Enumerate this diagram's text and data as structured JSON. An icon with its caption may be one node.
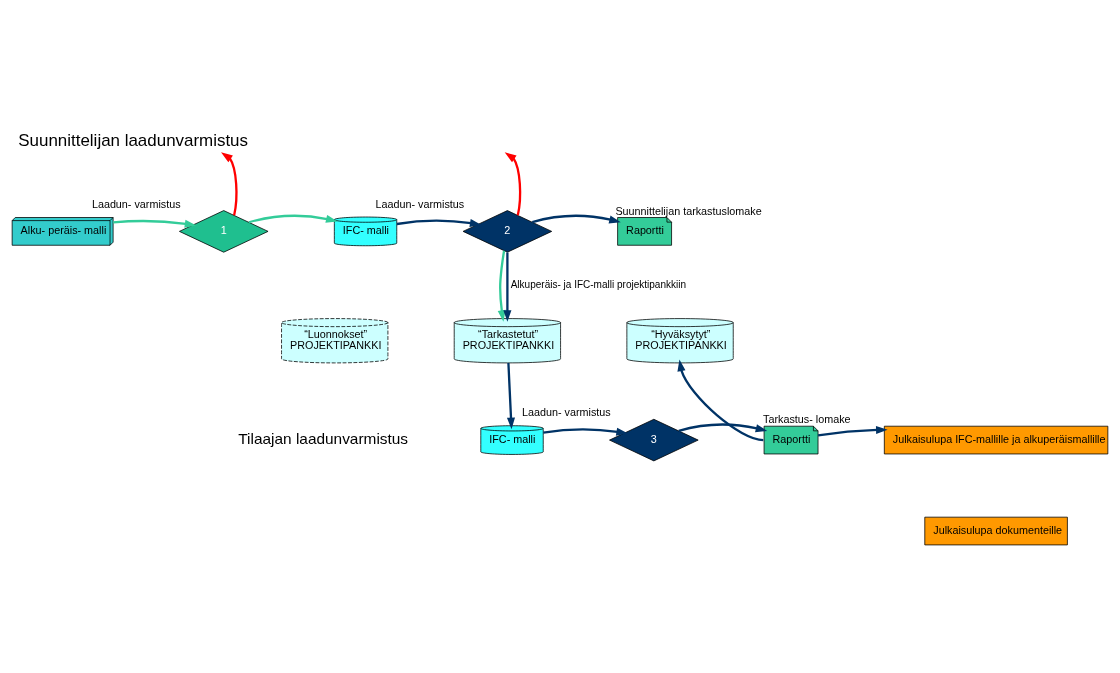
{
  "diagram": {
    "title": "Suunnittelijan laadunvarmistus",
    "nodes": [
      {
        "text": [
          "Alku- peräis- malli"
        ]
      },
      {
        "text": [
          "1"
        ],
        "beside": [
          "Laadun- varmistus"
        ]
      },
      {
        "text": [
          "IFC- malli"
        ]
      },
      {
        "text": [
          "2"
        ],
        "beside": [
          "Laadun- varmistus"
        ]
      },
      {
        "text": [
          "Raportti"
        ],
        "beside": [
          "Suunnittelijan tarkastuslomake"
        ]
      },
      {
        "text": [
          "“Luonnokset”",
          "PROJEKTIPANKKI"
        ]
      },
      {
        "text": [
          "“Tarkastetut”",
          "PROJEKTIPANKKI"
        ]
      },
      {
        "text": [
          "“Hyväksytyt”",
          "PROJEKTIPANKKI"
        ]
      },
      {
        "text": [
          "IFC- malli"
        ]
      },
      {
        "text": [
          "3"
        ],
        "beside": [
          "Laadun- varmistus"
        ]
      },
      {
        "text": [
          "Raportti"
        ],
        "beside": [
          "Tarkastus- lomake"
        ]
      },
      {
        "text": [
          "Julkaisulupa IFC-mallille ja alkuperäismallille"
        ]
      },
      {
        "text": [
          "Julkaisulupa dokumenteille"
        ]
      }
    ],
    "edges": [
      {
        "from": 0,
        "to": 1,
        "arrow": "to",
        "color": "#33cc99"
      },
      {
        "from": 1,
        "to": null,
        "arrow": "to",
        "color": "#ff0000"
      },
      {
        "from": 1,
        "to": 2,
        "arrow": "to",
        "color": "#33cc99"
      },
      {
        "from": 2,
        "to": 3,
        "arrow": "to"
      },
      {
        "from": 3,
        "to": null,
        "arrow": "to",
        "color": "#ff0000"
      },
      {
        "from": 3,
        "to": 4,
        "arrow": "to"
      },
      {
        "from": 3,
        "to": 6,
        "arrow": "to",
        "color": "#33cc99"
      },
      {
        "from": 3,
        "to": 6,
        "arrow": "to",
        "label": "Alkuperäis- ja IFC-malli projektipankkiin"
      },
      {
        "from": 6,
        "to": 8,
        "arrow": "to"
      },
      {
        "from": 8,
        "to": 9,
        "arrow": "to"
      },
      {
        "from": 9,
        "to": 10,
        "arrow": "to"
      },
      {
        "from": 10,
        "to": 7,
        "arrow": "to"
      },
      {
        "from": 10,
        "to": 11,
        "arrow": "to"
      }
    ],
    "labels": [
      "Tilaajan laadunvarmistus"
    ]
  }
}
